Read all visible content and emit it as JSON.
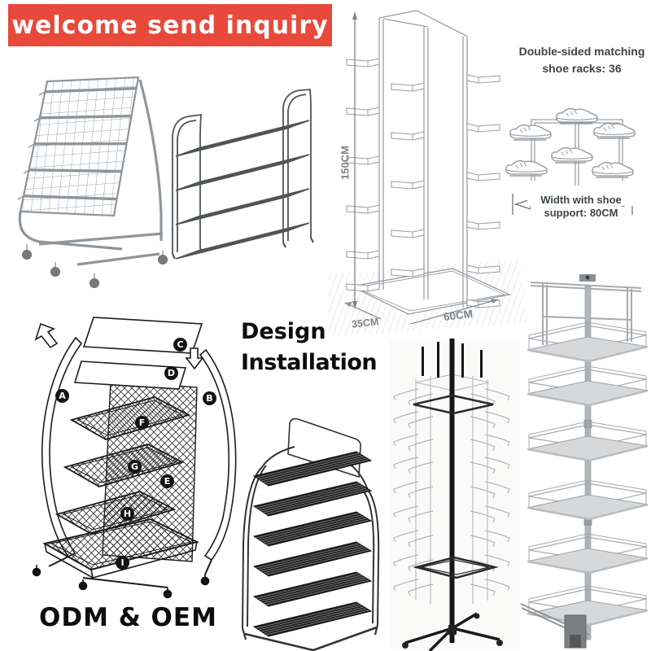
{
  "banner": {
    "text": "welcome send inquiry"
  },
  "tall_rack": {
    "height_label": "150CM",
    "depth_label": "35CM",
    "width_label": "60CM"
  },
  "double_sided_note": {
    "line1": "Double-sided matching",
    "line2": "shoe racks: 36"
  },
  "width_note": {
    "line1": "Width with shoe",
    "line2": "support: 80CM"
  },
  "captions": {
    "design_line1": "Design",
    "design_line2": "Installation",
    "odm_oem": "ODM & OEM"
  },
  "exploded_parts": [
    "A",
    "B",
    "C",
    "D",
    "E",
    "F",
    "G",
    "H",
    "I"
  ],
  "colors": {
    "banner_bg": "#e8493b",
    "banner_text": "#ffffff",
    "ink_black": "#141414",
    "note_gray": "#3f4447",
    "line_gray": "#9aa0a5"
  }
}
